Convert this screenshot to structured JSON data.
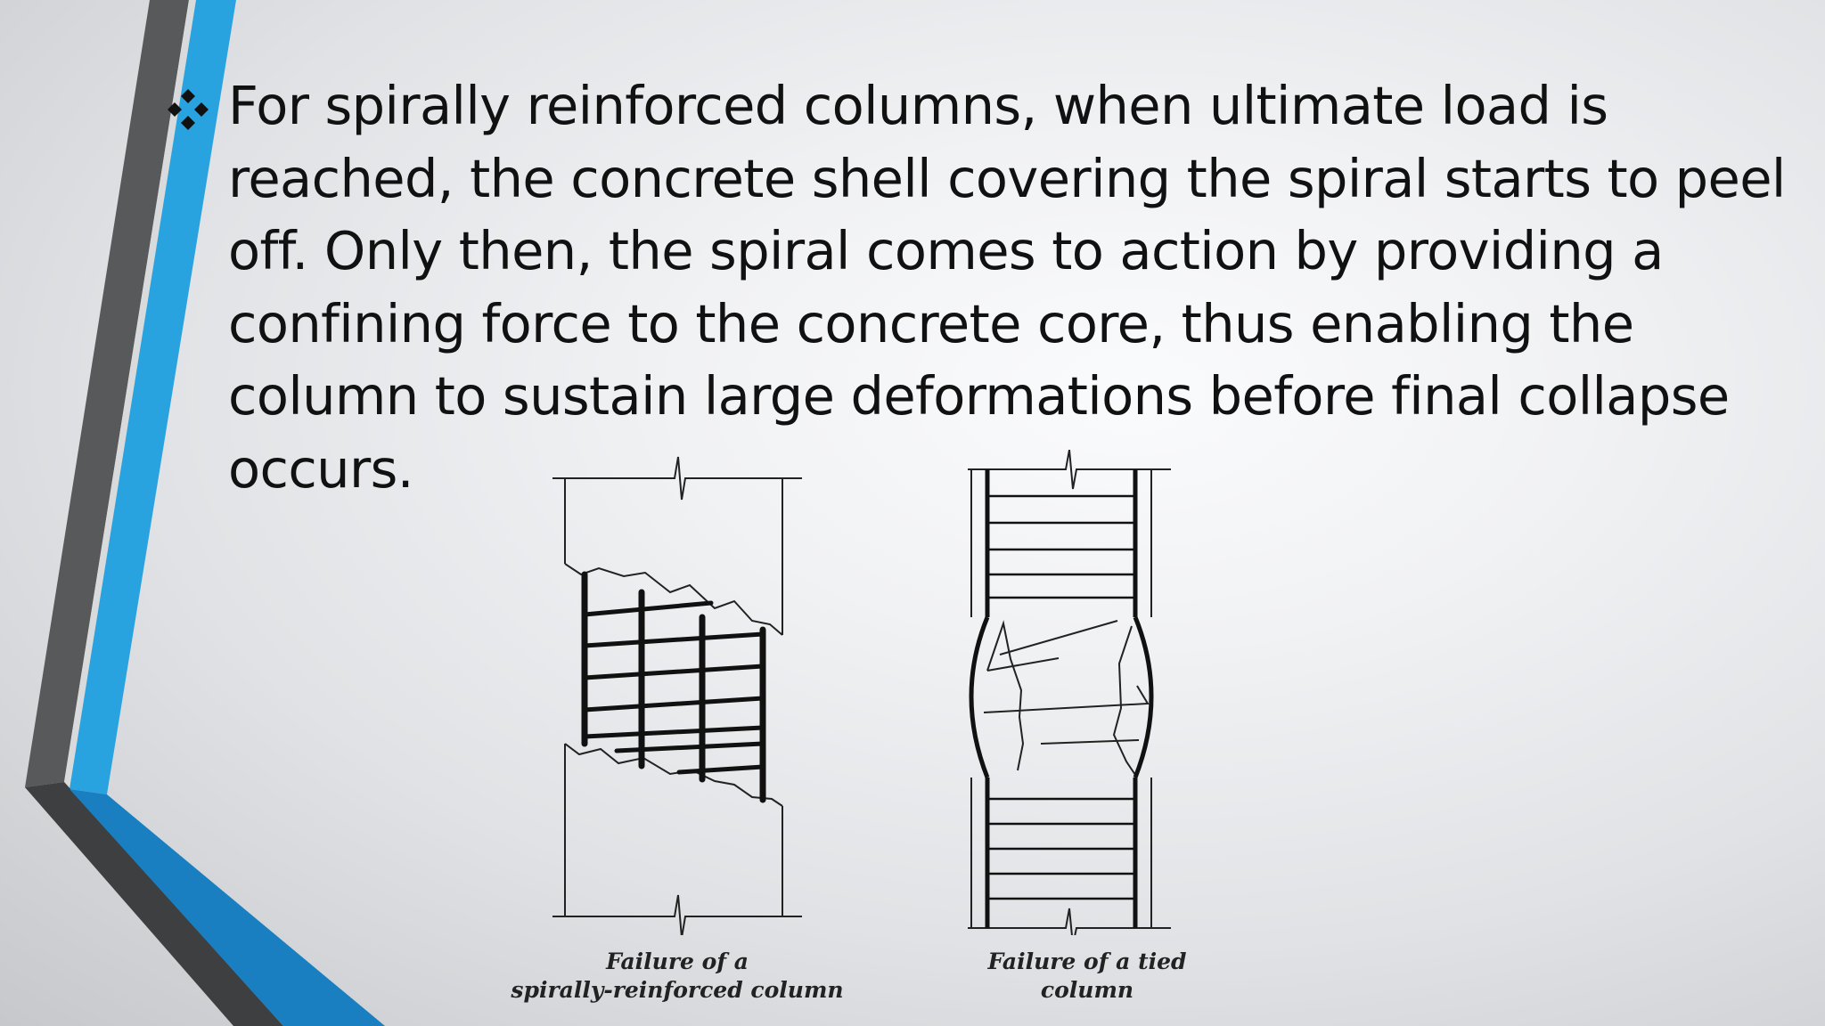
{
  "slide": {
    "bullet_symbol": "four-diamond-bullet-icon",
    "bullet_text": "For spirally reinforced columns, when ultimate load is reached, the concrete shell covering the spiral starts to peel off. Only then, the spiral comes to action by providing a confining force to the concrete core, thus enabling the column to sustain large deformations before final collapse occurs."
  },
  "figures": {
    "spiral": {
      "caption_line1": "Failure of a",
      "caption_line2": "spirally-reinforced column"
    },
    "tied": {
      "caption_line1": "Failure of a tied",
      "caption_line2": "column"
    }
  },
  "colors": {
    "deco_dark_gray": "#57595b",
    "deco_blue": "#29a3e0",
    "deco_dark_blue": "#1a7fc0",
    "text": "#111111"
  }
}
